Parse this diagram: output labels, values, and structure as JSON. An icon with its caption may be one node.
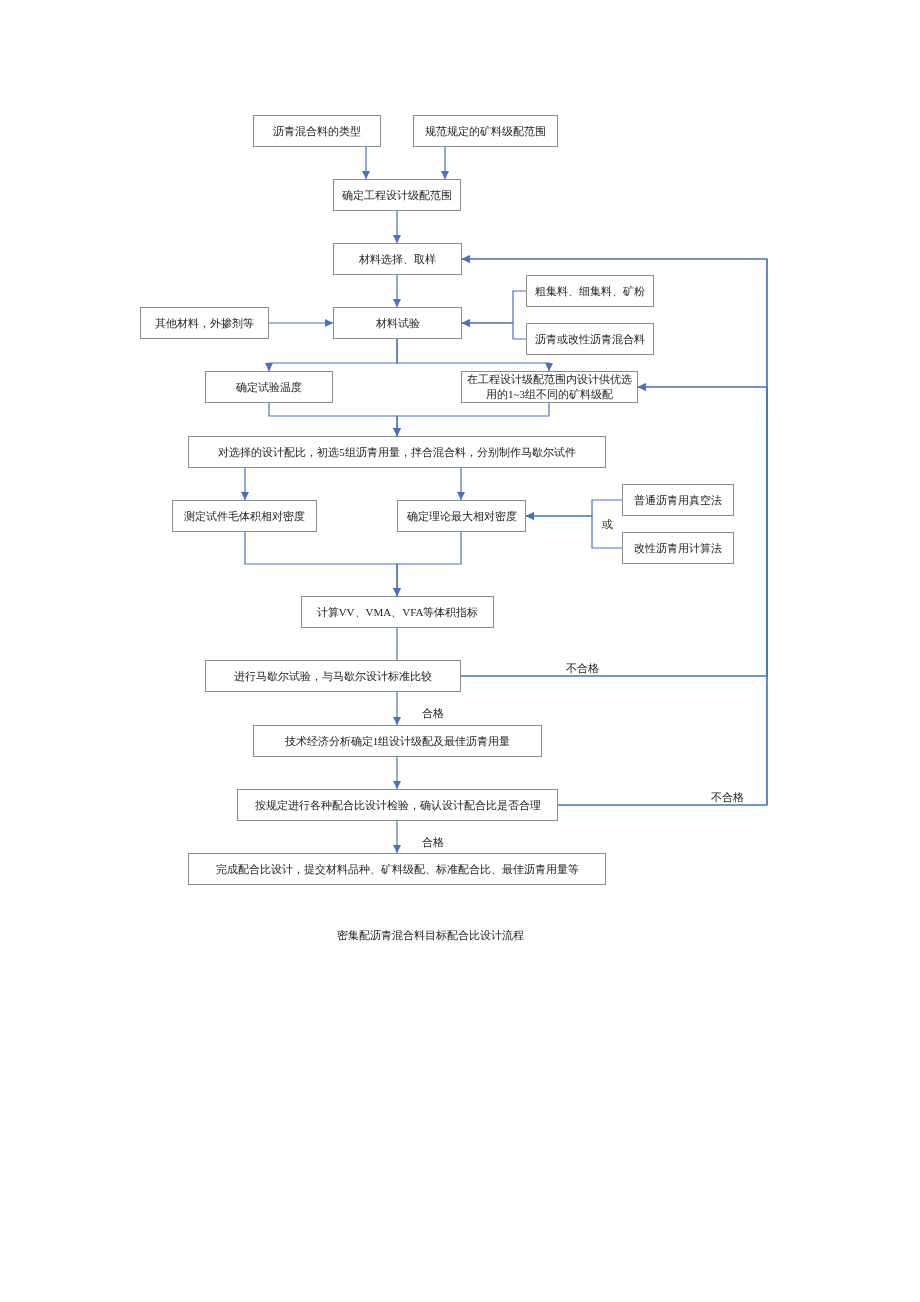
{
  "diagram": {
    "caption": "密集配沥青混合料目标配合比设计流程",
    "nodes": [
      {
        "text": [
          "沥青混合料的类型"
        ]
      },
      {
        "text": [
          "规范规定的矿料级配范围"
        ]
      },
      {
        "text": [
          "确定工程设计级配范围"
        ]
      },
      {
        "text": [
          "材料选择、取样"
        ]
      },
      {
        "text": [
          "粗集料、细集料、矿粉"
        ]
      },
      {
        "text": [
          "其他材料，外掺剂等"
        ]
      },
      {
        "text": [
          "材料试验"
        ]
      },
      {
        "text": [
          "沥青或改性沥青混合料"
        ]
      },
      {
        "text": [
          "确定试验温度"
        ]
      },
      {
        "text": [
          "在工程设计级配范围内设计供优选用的1~3组不同的矿料级配"
        ]
      },
      {
        "text": [
          "对选择的设计配比，初选5组沥青用量，拌合混合料，分别制作马歇尔试件"
        ]
      },
      {
        "text": [
          "测定试件毛体积相对密度"
        ]
      },
      {
        "text": [
          "确定理论最大相对密度"
        ]
      },
      {
        "text": [
          "普通沥青用真空法"
        ]
      },
      {
        "text": [
          "改性沥青用计算法"
        ]
      },
      {
        "text": [
          "计算VV、VMA、VFA等体积指标"
        ]
      },
      {
        "text": [
          "进行马歇尔试验，与马歇尔设计标准比较"
        ]
      },
      {
        "text": [
          "技术经济分析确定1组设计级配及最佳沥青用量"
        ]
      },
      {
        "text": [
          "按规定进行各种配合比设计检验，确认设计配合比是否合理"
        ]
      },
      {
        "text": [
          "完成配合比设计，提交材料品种、矿料级配、标准配合比、最佳沥青用量等"
        ]
      }
    ],
    "edges": [
      {
        "from": 0,
        "to": 2,
        "arrow": "to"
      },
      {
        "from": 1,
        "to": 2,
        "arrow": "to"
      },
      {
        "from": 2,
        "to": 3,
        "arrow": "to"
      },
      {
        "from": 3,
        "to": 6,
        "arrow": "to"
      },
      {
        "from": 5,
        "to": 6,
        "arrow": "to"
      },
      {
        "from": 4,
        "to": 6,
        "arrow": "to"
      },
      {
        "from": 7,
        "to": 6,
        "arrow": "to"
      },
      {
        "from": 6,
        "to": 8,
        "arrow": "to"
      },
      {
        "from": 6,
        "to": 9,
        "arrow": "to"
      },
      {
        "from": 8,
        "to": 10,
        "arrow": "to"
      },
      {
        "from": 9,
        "to": 10,
        "arrow": "to"
      },
      {
        "from": 10,
        "to": 11,
        "arrow": "to"
      },
      {
        "from": 10,
        "to": 12,
        "arrow": "to"
      },
      {
        "from": 13,
        "to": 12,
        "arrow": "to"
      },
      {
        "from": 14,
        "to": 12,
        "arrow": "to"
      },
      {
        "from": 11,
        "to": 15,
        "arrow": "to"
      },
      {
        "from": 12,
        "to": 15,
        "arrow": "to"
      },
      {
        "from": 15,
        "to": 16,
        "arrow": "none"
      },
      {
        "from": 16,
        "to": 17,
        "arrow": "to",
        "label": "合格"
      },
      {
        "from": 17,
        "to": 18,
        "arrow": "to"
      },
      {
        "from": 18,
        "to": 19,
        "arrow": "to",
        "label": "合格"
      },
      {
        "from": 16,
        "to": 3,
        "arrow": "to",
        "label": "不合格"
      },
      {
        "from": 16,
        "to": 9,
        "arrow": "to"
      },
      {
        "from": 18,
        "to": 3,
        "arrow": "to",
        "label": "不合格"
      },
      {
        "from": 18,
        "to": 9,
        "arrow": "to"
      }
    ],
    "labels": [
      "或"
    ]
  }
}
